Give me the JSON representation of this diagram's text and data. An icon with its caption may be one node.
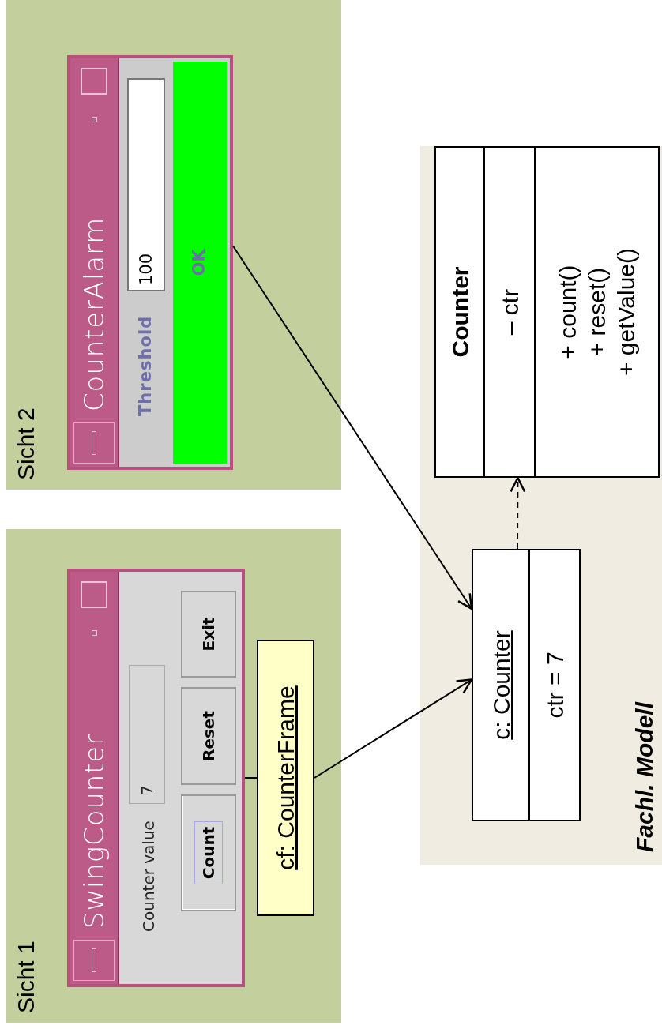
{
  "diagram": {
    "nodes": [
      {
        "text": [
          "Sicht 1"
        ]
      },
      {
        "text": [
          "SwingCounter",
          "Counter value",
          "7",
          "Count",
          "Reset",
          "Exit"
        ],
        "in": 0
      },
      {
        "text": [
          "cf: CounterFrame"
        ],
        "in": 0
      },
      {
        "text": [
          "Sicht 2"
        ]
      },
      {
        "text": [
          "CounterAlarm",
          "Threshold",
          "100",
          "OK"
        ],
        "in": 3
      },
      {
        "text": [
          "Fachl. Modell"
        ]
      },
      {
        "text": [
          "c: Counter",
          "ctr = 7"
        ],
        "in": 5
      },
      {
        "text": [
          "Counter",
          "– ctr",
          "+ count()",
          "+ reset()",
          "+ getValue()"
        ],
        "in": 5
      }
    ],
    "edges": [
      {
        "from": 1,
        "to": 2,
        "arrow": "none"
      },
      {
        "from": 2,
        "to": 6,
        "arrow": "to"
      },
      {
        "from": 4,
        "to": 6,
        "arrow": "to"
      },
      {
        "from": 6,
        "to": 7,
        "arrow": "to",
        "style": "dashed"
      }
    ]
  }
}
